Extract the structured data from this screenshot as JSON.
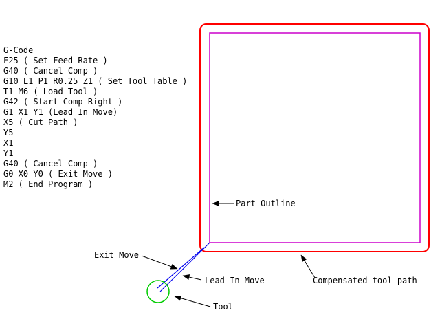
{
  "gcode": {
    "lines": [
      "G-Code",
      "F25 ( Set Feed Rate )",
      "G40 ( Cancel Comp )",
      "G10 L1 P1 R0.25 Z1 ( Set Tool Table )",
      "T1 M6 ( Load Tool )",
      "G42 ( Start Comp Right )",
      "G1 X1 Y1 (Lead In Move)",
      "X5 ( Cut Path )",
      "Y5",
      "X1",
      "Y1",
      "G40 ( Cancel Comp )",
      "G0 X0 Y0 ( Exit Move )",
      "M2 ( End Program )"
    ]
  },
  "labels": {
    "part_outline": "Part Outline",
    "exit_move": "Exit Move",
    "lead_in_move": "Lead In Move",
    "tool": "Tool",
    "compensated_tool_path": "Compensated tool path"
  },
  "colors": {
    "compensated_path": "#ff0000",
    "part_outline": "#cc00cc",
    "tool": "#00cc00",
    "moves": "#0000ee",
    "annotation": "#000000"
  }
}
